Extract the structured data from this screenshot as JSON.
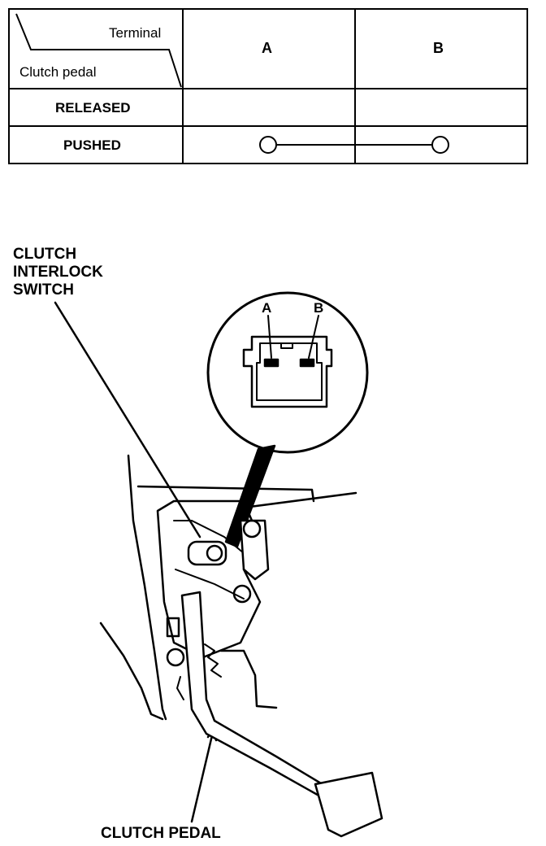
{
  "table": {
    "corner_top_label": "Terminal",
    "corner_bottom_label": "Clutch pedal",
    "columns": [
      "A",
      "B"
    ],
    "rows": [
      {
        "label": "RELEASED",
        "continuity": false
      },
      {
        "label": "PUSHED",
        "continuity": true
      }
    ]
  },
  "diagram": {
    "switch_label_lines": [
      "CLUTCH",
      "INTERLOCK",
      "SWITCH"
    ],
    "pedal_label": "CLUTCH PEDAL",
    "connector_terminals": [
      "A",
      "B"
    ]
  }
}
